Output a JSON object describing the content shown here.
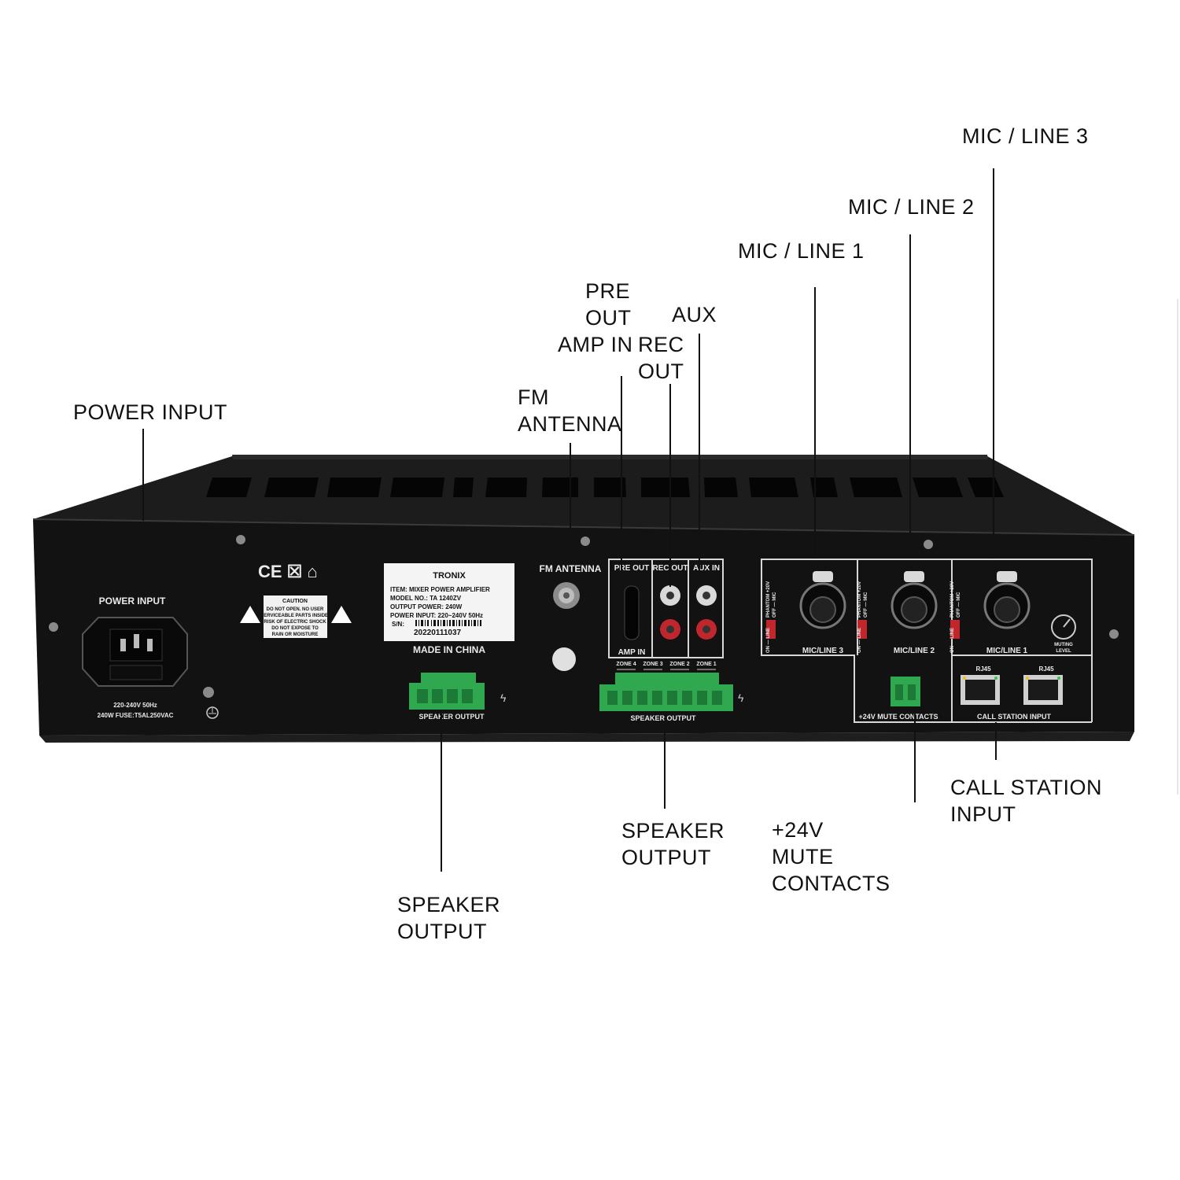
{
  "callouts": {
    "mic_line_3": "MIC / LINE 3",
    "mic_line_2": "MIC / LINE 2",
    "mic_line_1": "MIC / LINE 1",
    "pre_out": "PRE\nOUT",
    "aux": "AUX",
    "amp_in": "AMP IN",
    "rec_out": "REC\nOUT",
    "fm_antenna": "FM\nANTENNA",
    "power_input": "POWER INPUT",
    "call_station_input": "CALL STATION\nINPUT",
    "speaker_output_mid": "SPEAKER\nOUTPUT",
    "mute_contacts": "+24V\nMUTE\nCONTACTS",
    "speaker_output_left": "SPEAKER\nOUTPUT"
  },
  "panel": {
    "power_input": "POWER INPUT",
    "power_rating_1": "220-240V 50Hz",
    "power_rating_2": "240W   FUSE:T5AL250VAC",
    "cert_marks": "CE ☒ ⌂",
    "caution_title": "CAUTION",
    "caution_lines": [
      "DO NOT OPEN. NO USER",
      "SERVICEABLE PARTS INSIDE.",
      "RISK OF ELECTRIC SHOCK",
      "DO NOT EXPOSE TO",
      "RAIN OR MOISTURE"
    ],
    "brand": "TRONIX",
    "item": "ITEM: MIXER POWER AMPLIFIER",
    "model": "MODEL NO.: TA 1240ZV",
    "output_power": "OUTPUT POWER: 240W",
    "power_input_spec": "POWER INPUT: 220~240V 50Hz",
    "sn_label": "S/N:",
    "serial": "20220111037",
    "made_in": "MADE IN CHINA",
    "fm_antenna": "FM ANTENNA",
    "pre_out": "PRE OUT",
    "rec_out": "REC OUT",
    "aux_in": "AUX IN",
    "amp_in": "AMP IN",
    "speaker_output": "SPEAKER OUTPUT",
    "zones": [
      "ZONE 4",
      "ZONE 3",
      "ZONE 2",
      "ZONE 1"
    ],
    "mic3": "MIC/LINE 3",
    "mic2": "MIC/LINE 2",
    "mic1": "MIC/LINE 1",
    "phantom": "PHANTOM +20V",
    "off_mic": "OFF — MIC",
    "on_line": "ON — LINE",
    "muting_level": "MUTING\nLEVEL",
    "rj45": "RJ45",
    "mute_contacts": "+24V MUTE CONTACTS",
    "call_station_input": "CALL STATION INPUT"
  },
  "colors": {
    "chassis": "#141414",
    "top": "#1f1f1f",
    "terminal_green": "#2fa84f",
    "rca_red": "#c0272d",
    "panel_line": "#d8d8d8"
  }
}
